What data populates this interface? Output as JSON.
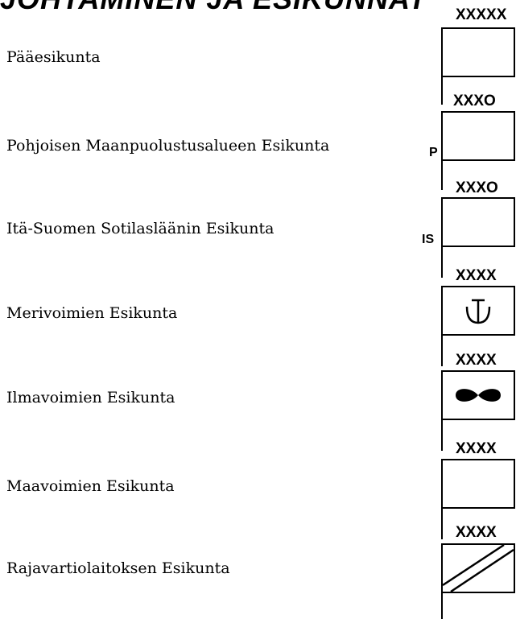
{
  "heading": "JOHTAMINEN JA ESIKUNNAT",
  "rows": [
    {
      "label": "Pääesikunta",
      "echelon": "XXXXX",
      "prefix": "",
      "symbol": "empty-icon"
    },
    {
      "label": "Pohjoisen Maanpuolustusalueen Esikunta",
      "echelon": "XXXO",
      "prefix": "P",
      "symbol": "empty-icon"
    },
    {
      "label": "Itä-Suomen Sotilasläänin Esikunta",
      "echelon": "XXXO",
      "prefix": "IS",
      "symbol": "empty-icon"
    },
    {
      "label": "Merivoimien Esikunta",
      "echelon": "XXXX",
      "prefix": "",
      "symbol": "anchor-icon"
    },
    {
      "label": "Ilmavoimien Esikunta",
      "echelon": "XXXX",
      "prefix": "",
      "symbol": "propeller-icon"
    },
    {
      "label": "Maavoimien Esikunta",
      "echelon": "XXXX",
      "prefix": "",
      "symbol": "empty-icon"
    },
    {
      "label": "Rajavartiolaitoksen Esikunta",
      "echelon": "XXXX",
      "prefix": "",
      "symbol": "double-diagonal-icon"
    }
  ]
}
